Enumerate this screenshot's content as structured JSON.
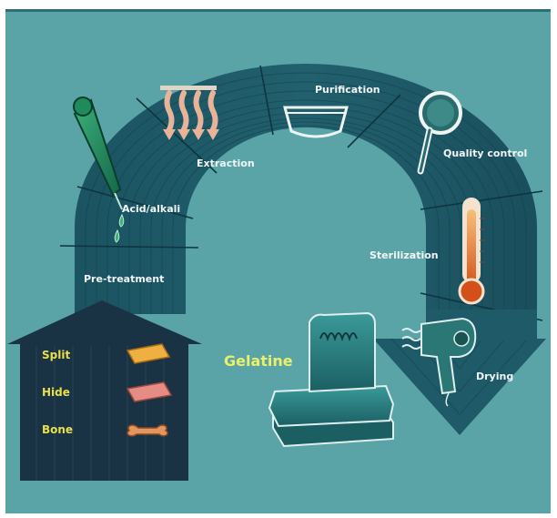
{
  "process": {
    "steps": [
      {
        "label": "Pre-treatment"
      },
      {
        "label": "Acid/alkali"
      },
      {
        "label": "Extraction"
      },
      {
        "label": "Purification"
      },
      {
        "label": "Quality control"
      },
      {
        "label": "Sterilization"
      },
      {
        "label": "Drying"
      }
    ],
    "product": "Gelatine"
  },
  "raw_materials": {
    "items": [
      {
        "label": "Split"
      },
      {
        "label": "Hide"
      },
      {
        "label": "Bone"
      }
    ]
  },
  "colors": {
    "background": "#5aa4a7",
    "band": "#1e5a68",
    "band_dark": "#143f4b",
    "house": "#1a3344",
    "accent_label": "#e8e04a",
    "product_label": "#eaf06a",
    "split": "#eeb040",
    "hide": "#e58d85",
    "bone": "#e39560"
  },
  "icons": [
    "dropper-icon",
    "steam-arrows-icon",
    "bowl-icon",
    "magnifier-icon",
    "thermometer-icon",
    "hair-dryer-icon",
    "gelatine-sheets-icon",
    "bone-icon"
  ]
}
